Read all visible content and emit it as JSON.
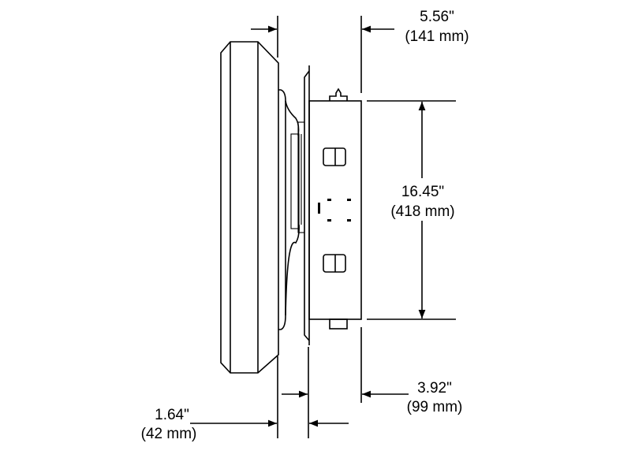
{
  "dimensions": {
    "depth_total": {
      "inches": "5.56\"",
      "mm": "(141 mm)"
    },
    "height": {
      "inches": "16.45\"",
      "mm": "(418 mm)"
    },
    "box_depth": {
      "inches": "3.92\"",
      "mm": "(99 mm)"
    },
    "bracket_depth": {
      "inches": "1.64\"",
      "mm": "(42 mm)"
    }
  }
}
